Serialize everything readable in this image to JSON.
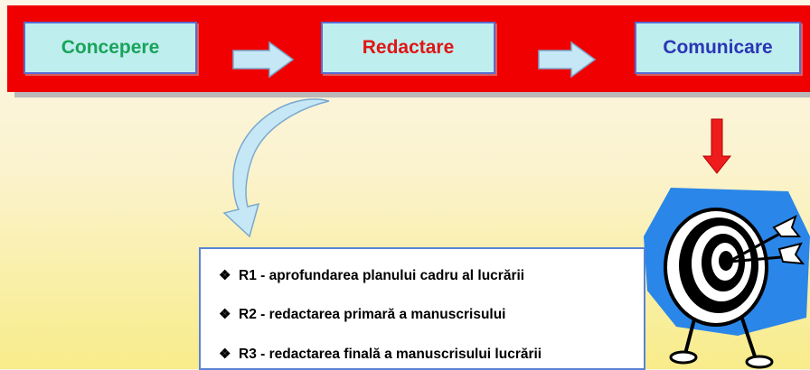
{
  "stages": [
    {
      "label": "Concepere"
    },
    {
      "label": "Redactare"
    },
    {
      "label": "Comunicare"
    }
  ],
  "steps": {
    "bullet": "❖",
    "items": [
      {
        "text": "R1 - aprofundarea planului cadru al lucrării"
      },
      {
        "text": "R2 - redactarea primară a manuscrisului"
      },
      {
        "text": "R3 - redactarea finală a manuscrisului lucrării"
      }
    ]
  },
  "colors": {
    "band": "#f00000",
    "stage_fill": "#bfeeee",
    "concepere": "#1aa35a",
    "redactare": "#e01515",
    "comunicare": "#2b36b6",
    "arrow_fill": "#c6e7f5"
  },
  "icons": [
    "right-arrow-icon",
    "curved-arrow-icon",
    "down-arrow-icon",
    "target-illustration"
  ]
}
